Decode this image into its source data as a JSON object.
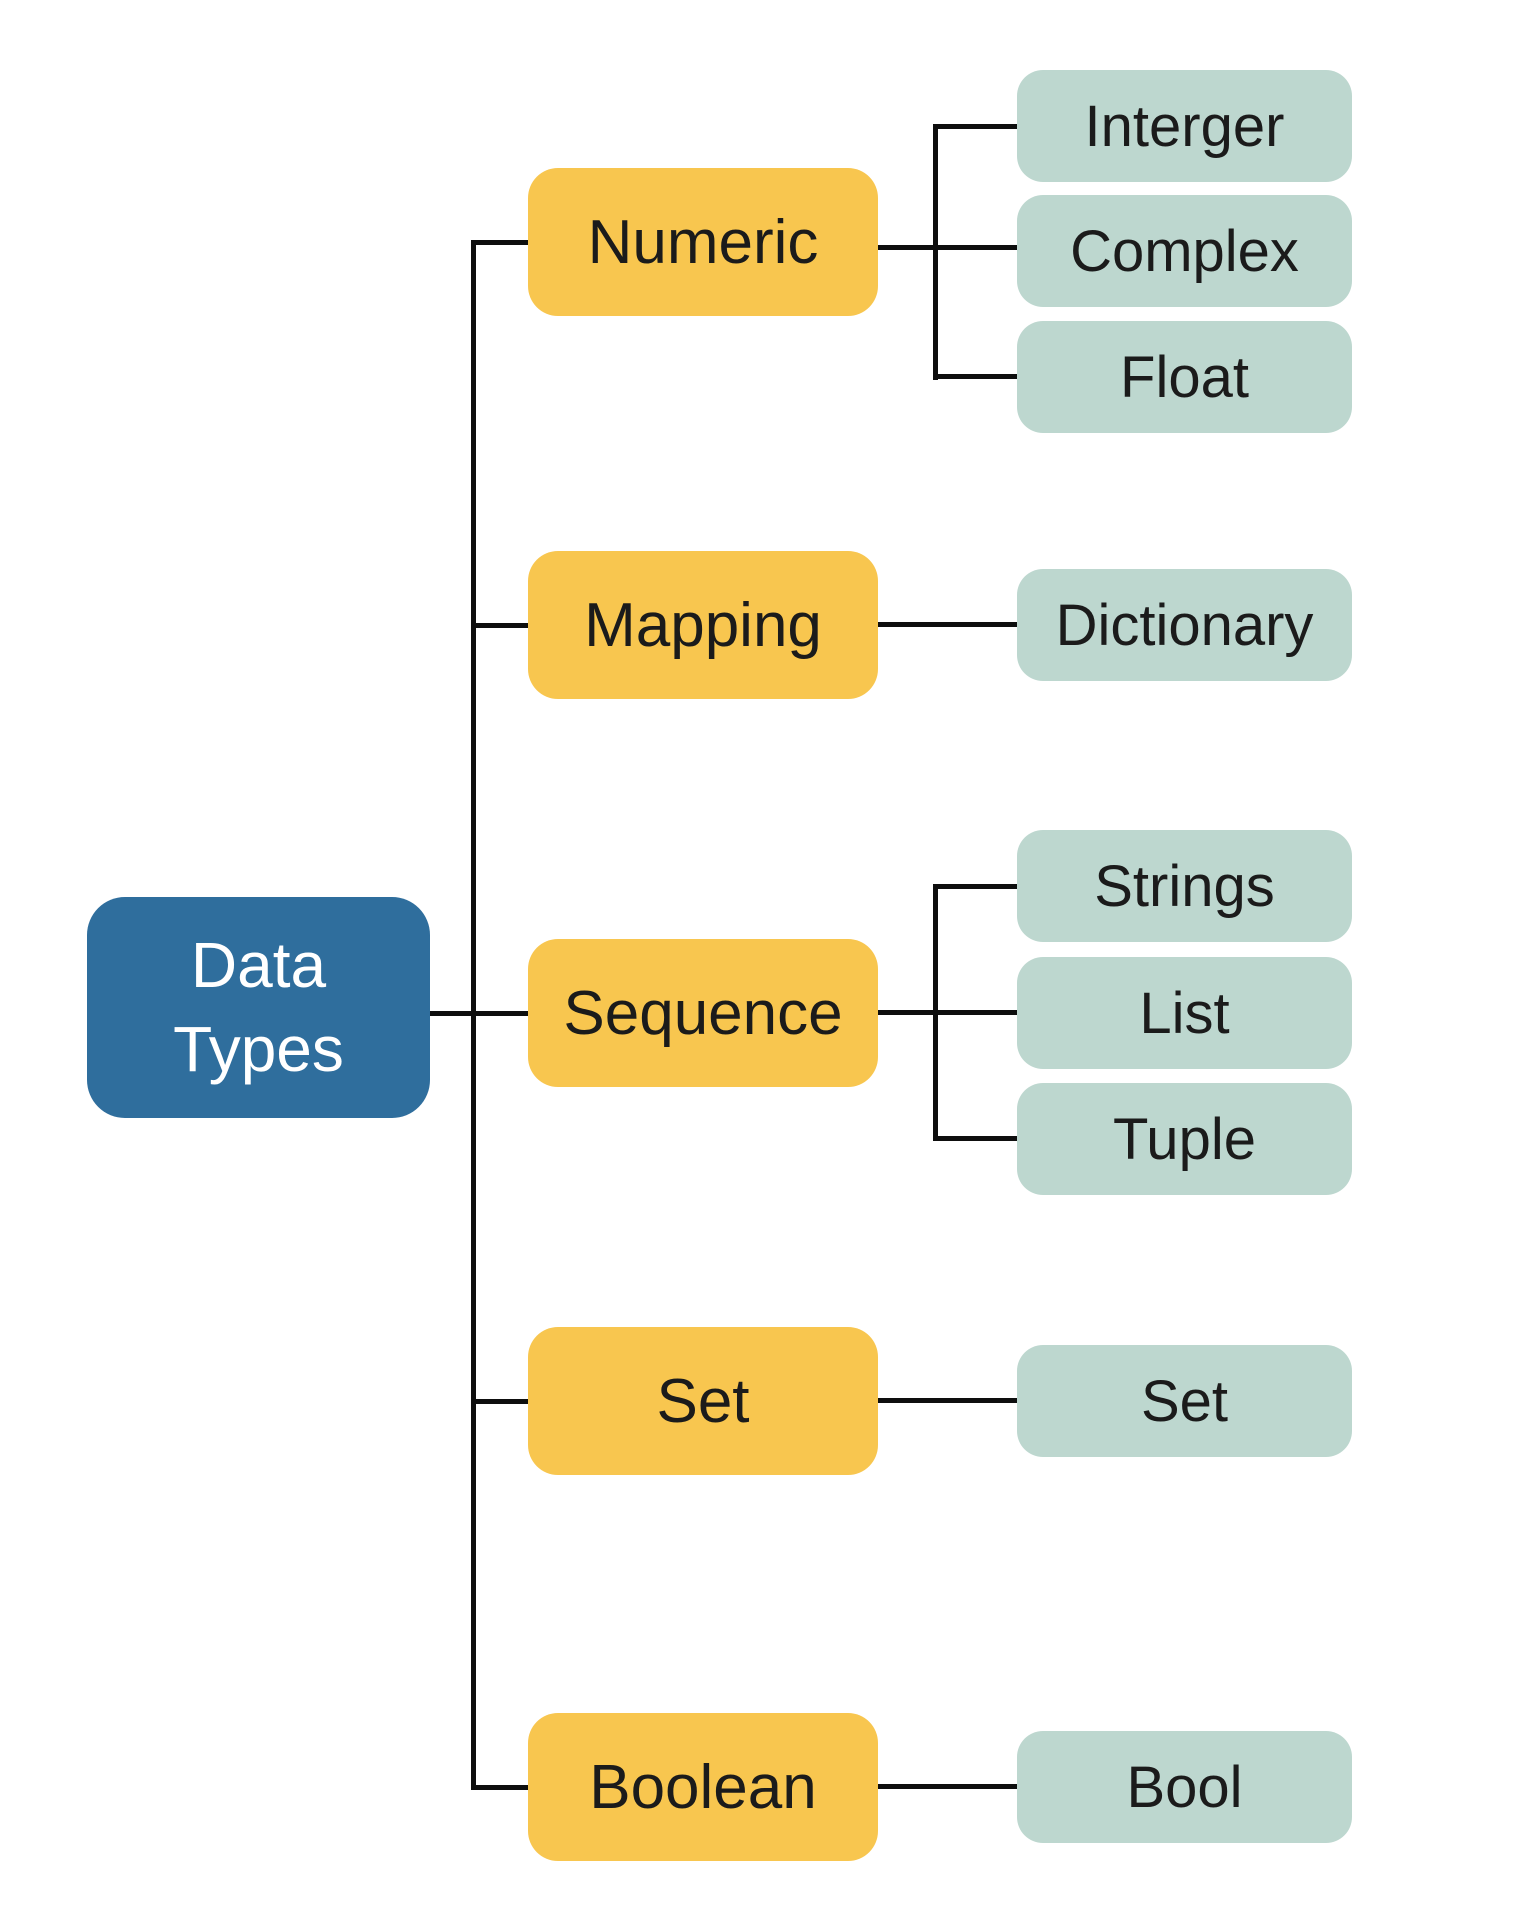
{
  "diagram": {
    "title_node": "Data\nTypes",
    "root": {
      "label": "Data\nTypes"
    },
    "categories": [
      {
        "label": "Numeric",
        "children": [
          "Interger",
          "Complex",
          "Float"
        ]
      },
      {
        "label": "Mapping",
        "children": [
          "Dictionary"
        ]
      },
      {
        "label": "Sequence",
        "children": [
          "Strings",
          "List",
          "Tuple"
        ]
      },
      {
        "label": "Set",
        "children": [
          "Set"
        ]
      },
      {
        "label": "Boolean",
        "children": [
          "Bool"
        ]
      }
    ]
  },
  "colors": {
    "root_fill": "#2F6E9D",
    "category_fill": "#F8C64F",
    "leaf_fill": "#BDD7CF",
    "line": "#0e0e0e",
    "text": "#1b1b1b",
    "root_text": "#ffffff"
  }
}
